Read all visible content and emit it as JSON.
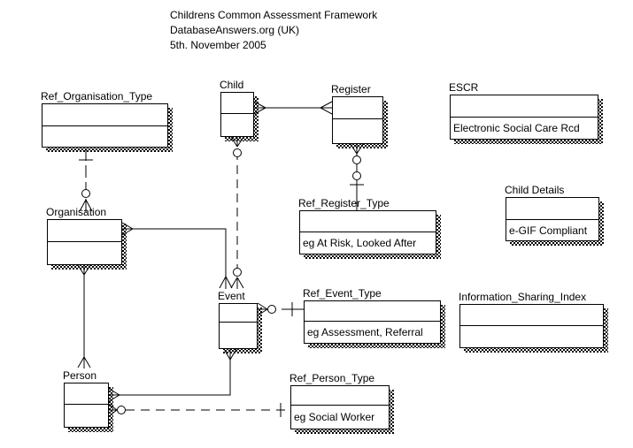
{
  "header": {
    "title": "Childrens Common Assessment Framework",
    "subtitle": "DatabaseAnswers.org (UK)",
    "date": "5th. November 2005"
  },
  "entities": [
    {
      "name": "Ref_Organisation_Type",
      "note": ""
    },
    {
      "name": "Child",
      "note": ""
    },
    {
      "name": "Register",
      "note": ""
    },
    {
      "name": "ESCR",
      "note": "Electronic Social Care Rcd"
    },
    {
      "name": "Ref_Register_Type",
      "note": "eg At Risk, Looked After"
    },
    {
      "name": "Child Details",
      "note": "e-GIF Compliant"
    },
    {
      "name": "Organisation",
      "note": ""
    },
    {
      "name": "Event",
      "note": ""
    },
    {
      "name": "Ref_Event_Type",
      "note": "eg Assessment, Referral"
    },
    {
      "name": "Information_Sharing_Index",
      "note": ""
    },
    {
      "name": "Person",
      "note": ""
    },
    {
      "name": "Ref_Person_Type",
      "note": "eg Social Worker"
    }
  ],
  "relationships": [
    {
      "from": "Child",
      "to": "Register",
      "from_end": "many",
      "to_end": "many",
      "line": "solid"
    },
    {
      "from": "Ref_Organisation_Type",
      "to": "Organisation",
      "from_end": "one",
      "to_end": "zero-or-many",
      "line": "dashed"
    },
    {
      "from": "Register",
      "to": "Ref_Register_Type",
      "from_end": "zero-or-many",
      "to_end": "zero-or-one",
      "line": "solid"
    },
    {
      "from": "Child",
      "to": "Event",
      "from_end": "zero-or-many",
      "to_end": "zero-or-many",
      "line": "dashed"
    },
    {
      "from": "Organisation",
      "to": "Event",
      "from_end": "many",
      "to_end": "many",
      "line": "solid"
    },
    {
      "from": "Organisation",
      "to": "Person",
      "from_end": "many",
      "to_end": "many",
      "line": "solid"
    },
    {
      "from": "Person",
      "to": "Event",
      "from_end": "many",
      "to_end": "many",
      "line": "solid"
    },
    {
      "from": "Person",
      "to": "Ref_Person_Type",
      "from_end": "zero-or-many",
      "to_end": "one",
      "line": "dashed"
    },
    {
      "from": "Event",
      "to": "Ref_Event_Type",
      "from_end": "zero-or-many",
      "to_end": "one",
      "line": "dashed"
    }
  ],
  "notation": "crows-foot"
}
